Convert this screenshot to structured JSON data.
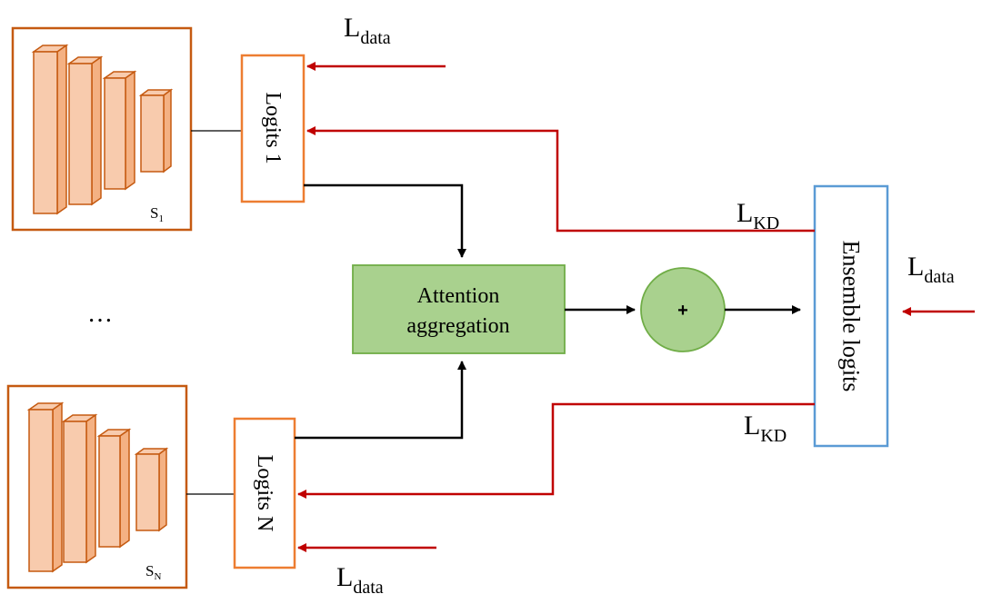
{
  "colors": {
    "student_border": "#c55a11",
    "layer_fill": "#f8cbad",
    "layer_side": "#f4b183",
    "layer_stroke": "#c55a11",
    "logits_border": "#ed7d31",
    "ensemble_border": "#5b9bd5",
    "green_fill": "#a9d18e",
    "green_border": "#70ad47",
    "red_arrow": "#c00000",
    "black_arrow": "#000000"
  },
  "students": {
    "first": {
      "label_main": "S",
      "label_sub": "1"
    },
    "last": {
      "label_main": "S",
      "label_sub": "N"
    },
    "ellipsis": "…"
  },
  "logits": {
    "first": "Logits 1",
    "last": "Logits N"
  },
  "aggregation": {
    "line1": "Attention",
    "line2": "aggregation"
  },
  "sum_node": {
    "symbol": "+"
  },
  "ensemble": {
    "label": "Ensemble logits"
  },
  "losses": {
    "data_top": {
      "main": "L",
      "sub": "data"
    },
    "data_right": {
      "main": "L",
      "sub": "data"
    },
    "data_bottom": {
      "main": "L",
      "sub": "data"
    },
    "kd_top": {
      "main": "L",
      "sub": "KD"
    },
    "kd_bottom": {
      "main": "L",
      "sub": "KD"
    }
  },
  "icons": {
    "layer_stack": "cnn-layers-icon",
    "arrow": "arrowhead-icon"
  }
}
